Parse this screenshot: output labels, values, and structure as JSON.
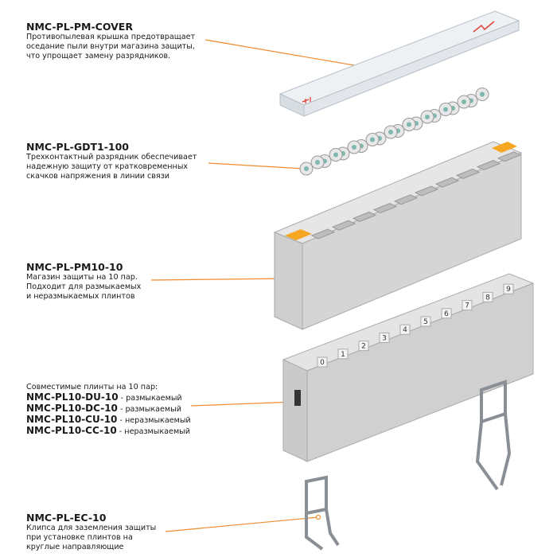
{
  "cover": {
    "title": "NMC-PL-PM-COVER",
    "lines": [
      "Противопылевая крышка предотвращает",
      "оседание пыли внутри магазина защиты,",
      "что упрощает замену разрядников."
    ]
  },
  "gdt": {
    "title": "NMC-PL-GDT1-100",
    "lines": [
      "Трехконтактный разрядник обеспечивает",
      "надежную защиту от кратковременных",
      "скачков напряжения в линии связи"
    ]
  },
  "magazine": {
    "title": "NMC-PL-PM10-10",
    "lines": [
      "Магазин защиты на 10 пар.",
      "Подходит для размыкаемых",
      "и неразмыкаемых плинтов"
    ]
  },
  "plinths": {
    "intro": "Совместимые плинты на 10 пар:",
    "items": [
      {
        "code": "NMC-PL10-DU-10",
        "desc": " - размыкаемый"
      },
      {
        "code": "NMC-PL10-DC-10",
        "desc": " - размыкаемый"
      },
      {
        "code": "NMC-PL10-CU-10",
        "desc": " - неразмыкаемый"
      },
      {
        "code": "NMC-PL10-CC-10",
        "desc": " - неразмыкаемый"
      }
    ]
  },
  "clip": {
    "title": "NMC-PL-EC-10",
    "lines": [
      "Клипса для заземления защиты",
      "при установке плинтов на",
      "круглые направляющие"
    ]
  },
  "plinth_numbers": [
    "0",
    "1",
    "2",
    "3",
    "4",
    "5",
    "6",
    "7",
    "8",
    "9"
  ],
  "colors": {
    "leader": "#f08a30",
    "accent": "#f5a623",
    "plastic": "#d9d9d9"
  }
}
